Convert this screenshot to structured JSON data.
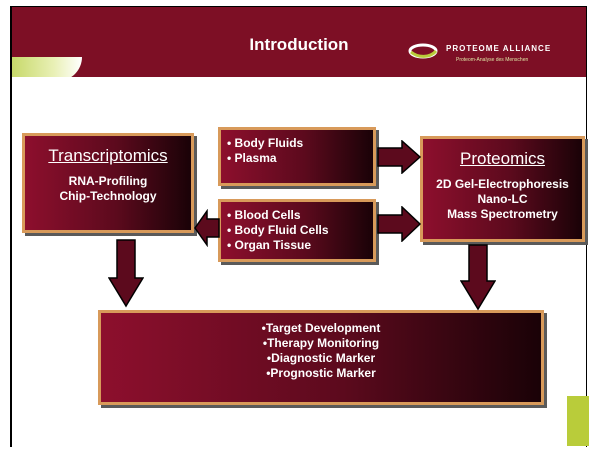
{
  "header": {
    "title": "Introduction",
    "logo_name": "PROTEOME ALLIANCE",
    "logo_subtitle": "Proteom-Analyse des Menschen"
  },
  "boxes": {
    "transcriptomics": {
      "title": "Transcriptomics",
      "lines": [
        "RNA-Profiling",
        "Chip-Technology"
      ]
    },
    "proteomics": {
      "title": "Proteomics",
      "lines": [
        "2D Gel-Electrophoresis",
        "Nano-LC",
        "Mass Spectrometry"
      ]
    },
    "fluids": {
      "items": [
        "• Body Fluids",
        "• Plasma"
      ]
    },
    "cells": {
      "items": [
        "• Blood Cells",
        "• Body Fluid Cells",
        "• Organ Tissue"
      ]
    },
    "outcomes": {
      "items": [
        "•Target Development",
        "•Therapy Monitoring",
        "•Diagnostic Marker",
        "•Prognostic Marker"
      ]
    }
  },
  "colors": {
    "maroon": "#7d0f25",
    "box_border": "#d89a5a",
    "accent_green": "#b9cc3a"
  }
}
